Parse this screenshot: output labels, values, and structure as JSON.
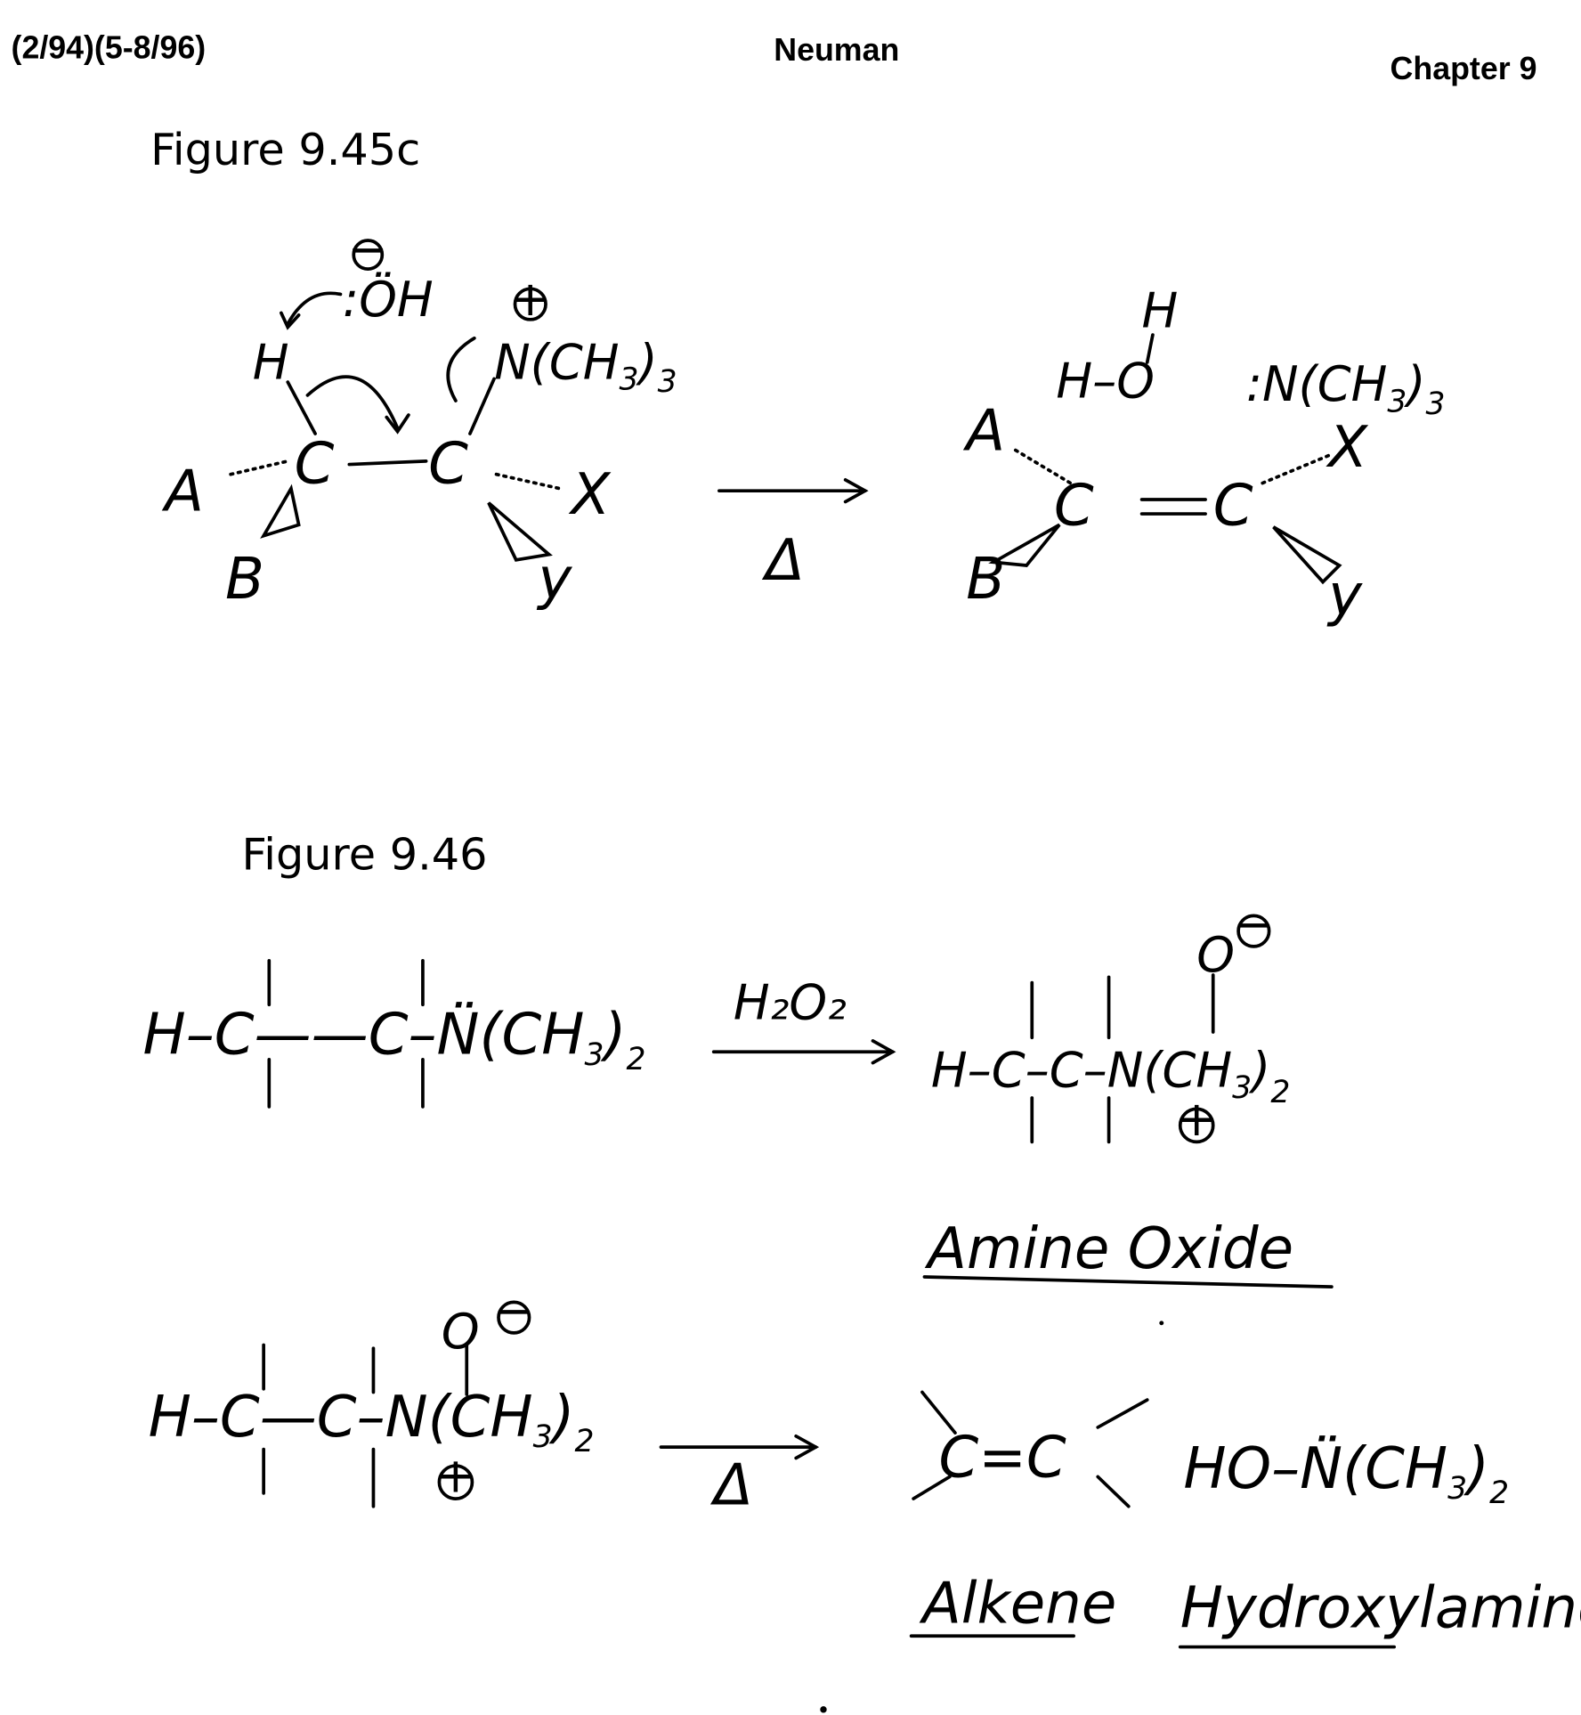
{
  "header": {
    "dates": "(2/94)(5-8/96)",
    "author": "Neuman",
    "chapter": "Chapter 9"
  },
  "figure_945c": {
    "title": "Figure 9.45c",
    "reactant": {
      "h": "H",
      "hydroxide": ":ÖH",
      "minus": "−",
      "plus": "+",
      "amine": "N(CH",
      "sub3": "3",
      "close": ")",
      "sub3b": "3",
      "c1": "C",
      "c2": "C",
      "a": "A",
      "b": "B",
      "x": "X",
      "y": "y"
    },
    "condition": "Δ",
    "product": {
      "h_top": "H",
      "water": "H–O",
      "amine": ":N(CH",
      "sub3": "3",
      "close": ")",
      "sub3b": "3",
      "a": "A",
      "b": "B",
      "c1": "C",
      "c2": "C",
      "x": "X",
      "y": "y"
    }
  },
  "figure_946": {
    "title": "Figure 9.46",
    "row1": {
      "reactant": "H–C——C–N̈(CH",
      "reactant_sub": "3",
      "reactant_close": ")",
      "reactant_sub2": "2",
      "reagent": "H₂O₂",
      "product": "H–C–C–N(CH",
      "product_sub": "3",
      "product_close": ")",
      "product_sub2": "2",
      "oxygen": "O",
      "minus": "−",
      "plus": "+",
      "label": "Amine Oxide"
    },
    "row2": {
      "reactant": "H–C—C–N(CH",
      "reactant_sub": "3",
      "reactant_close": ")",
      "reactant_sub2": "2",
      "oxygen": "O",
      "minus": "−",
      "plus": "+",
      "condition": "Δ",
      "alkene": "C=C",
      "hydroxylamine": "HO–N̈(CH",
      "hydroxylamine_sub": "3",
      "hydroxylamine_close": ")",
      "hydroxylamine_sub2": "2",
      "label_alkene": "Alkene",
      "label_hydroxylamine": "Hydroxylamine"
    }
  }
}
